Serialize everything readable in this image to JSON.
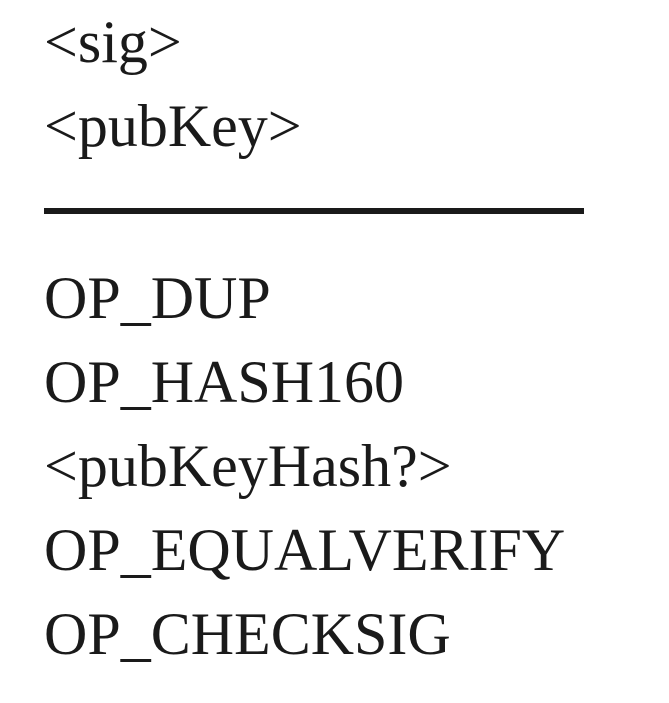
{
  "script_sig": {
    "lines": [
      "<sig>",
      "<pubKey>"
    ]
  },
  "script_pubkey": {
    "lines": [
      "OP_DUP",
      "OP_HASH160",
      "<pubKeyHash?>",
      "OP_EQUALVERIFY",
      "OP_CHECKSIG"
    ]
  }
}
